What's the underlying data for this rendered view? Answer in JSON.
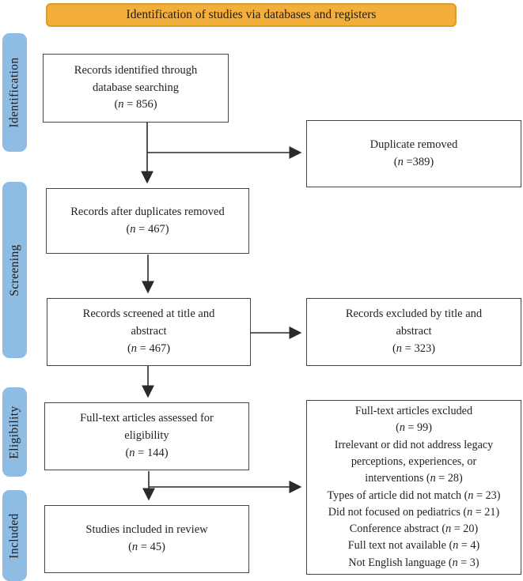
{
  "banner": {
    "label": "Identification of studies via databases and registers",
    "bg": "#f3ae3c",
    "border": "#d99d2b"
  },
  "stages": [
    {
      "label": "Identification"
    },
    {
      "label": "Screening"
    },
    {
      "label": "Eligibility"
    },
    {
      "label": "Included"
    }
  ],
  "colors": {
    "stage_bg": "#8fbce3",
    "box_border": "#454545",
    "arrow": "#2a2a2a",
    "text": "#231f20"
  },
  "boxes": {
    "records_identified": {
      "lines": [
        "Records identified through",
        "database searching",
        "(n = 856)"
      ]
    },
    "duplicate_removed": {
      "lines": [
        "Duplicate removed",
        "(n =389)"
      ]
    },
    "records_after_duplicates": {
      "lines": [
        "Records after duplicates removed",
        "(n = 467)"
      ]
    },
    "records_screened": {
      "lines": [
        "Records screened at title and",
        "abstract",
        "(n = 467)"
      ]
    },
    "records_excluded_title": {
      "lines": [
        "Records excluded by title and",
        "abstract",
        "(n = 323)"
      ]
    },
    "fulltext_assessed": {
      "lines": [
        "Full-text articles assessed for",
        "eligibility",
        "(n = 144)"
      ]
    },
    "fulltext_excluded": {
      "lines": [
        "Full-text articles excluded",
        "(n = 99)",
        "Irrelevant or did not address legacy",
        "perceptions, experiences, or",
        "interventions (n = 28)",
        "Types of article did not match (n = 23)",
        "Did not focused on pediatrics (n = 21)",
        "Conference abstract (n = 20)",
        "Full text not available (n = 4)",
        "Not English language (n = 3)"
      ]
    },
    "studies_included": {
      "lines": [
        "Studies included in review",
        "(n = 45)"
      ]
    }
  }
}
